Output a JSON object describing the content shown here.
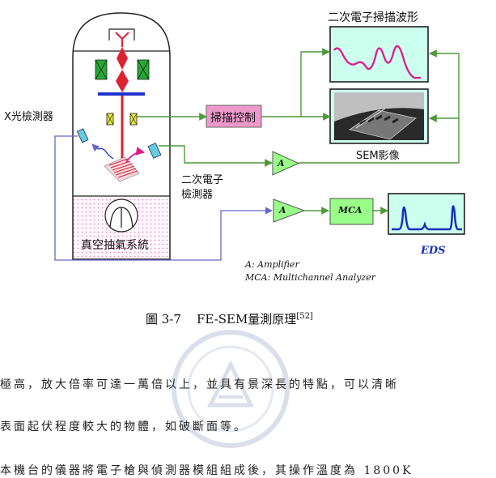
{
  "diagram": {
    "label_scan_waveform": "二次電子掃描波形",
    "label_xray_detector": "X光檢測器",
    "label_scan_control": "掃描控制",
    "label_sem_image": "SEM影像",
    "label_se_detector_line1": "二次電子",
    "label_se_detector_line2": "檢測器",
    "label_amp_a1": "A",
    "label_amp_a2": "A",
    "label_mca": "MCA",
    "label_vacuum": "真空抽氣系統",
    "label_eds": "EDS",
    "legend_amp": "A: Amplifier",
    "legend_mca": "MCA: Multichannel Analyzer"
  },
  "caption": {
    "prefix": "圖 3-7",
    "title": "FE-SEM量測原理",
    "ref": "[52]"
  },
  "body_text": {
    "line1": "極高，放大倍率可達一萬倍以上，並具有景深長的特點，可以清晰",
    "line2": "表面起伏程度較大的物體，如破斷面等。",
    "line3": "本機台的儀器將電子槍與偵測器模組組成後，其操作溫度為 1800K"
  },
  "colors": {
    "line_green": "#4c9a3a",
    "line_purple": "#6666cc",
    "panel_fill": "#ccffee",
    "box_pink": "#ee99cc",
    "amp_green": "#99ff88",
    "wave_pink": "#e01a8c",
    "eds_blue": "#1a2fbf",
    "beam_red": "#dd2233",
    "coil_green": "#22aa33"
  },
  "icons": {
    "electron_gun": "electron-gun-icon",
    "pump": "vacuum-pump-icon",
    "watermark": "university-seal-watermark"
  }
}
